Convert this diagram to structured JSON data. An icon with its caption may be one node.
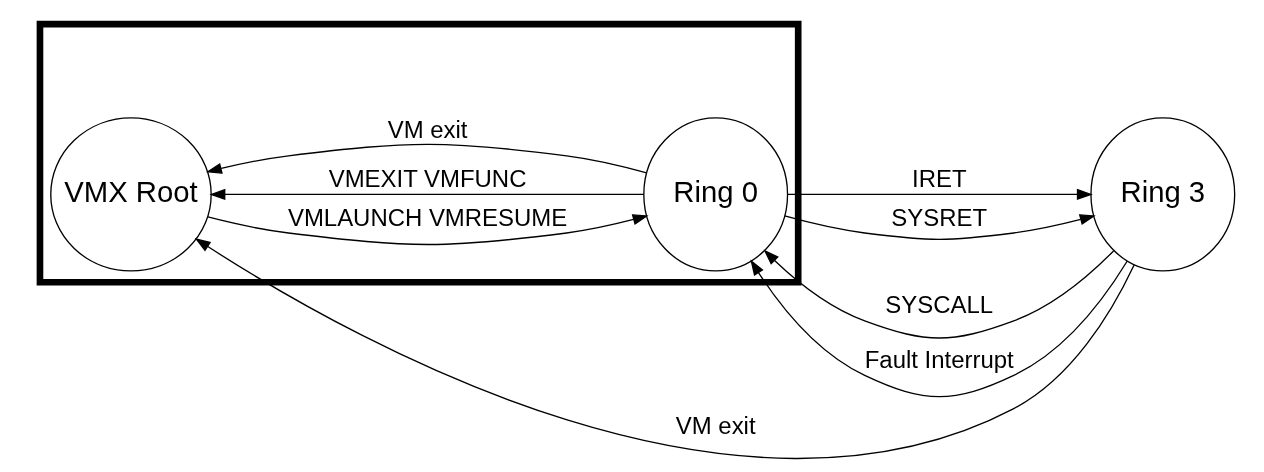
{
  "diagram": {
    "nodes": [
      {
        "text": [],
        "shape": "box"
      },
      {
        "text": [
          "VMX Root"
        ],
        "in": 0
      },
      {
        "text": [
          "Ring 0"
        ],
        "in": 0
      },
      {
        "text": [
          "Ring 3"
        ]
      }
    ],
    "edges": [
      {
        "from": 3,
        "to": 1,
        "arrow": "to",
        "label": "VM exit"
      },
      {
        "from": 2,
        "to": 1,
        "arrow": "to",
        "label": "VMEXIT VMFUNC"
      },
      {
        "from": 2,
        "to": 1,
        "arrow": "to",
        "label": "VM exit"
      },
      {
        "from": 1,
        "to": 2,
        "arrow": "to",
        "label": "VMLAUNCH VMRESUME"
      },
      {
        "from": 3,
        "to": 2,
        "arrow": "to",
        "label": "SYSCALL"
      },
      {
        "from": 3,
        "to": 2,
        "arrow": "to",
        "label": "Fault Interrupt"
      },
      {
        "from": 2,
        "to": 3,
        "arrow": "to",
        "label": "IRET"
      },
      {
        "from": 2,
        "to": 3,
        "arrow": "to",
        "label": "SYSRET"
      }
    ]
  }
}
